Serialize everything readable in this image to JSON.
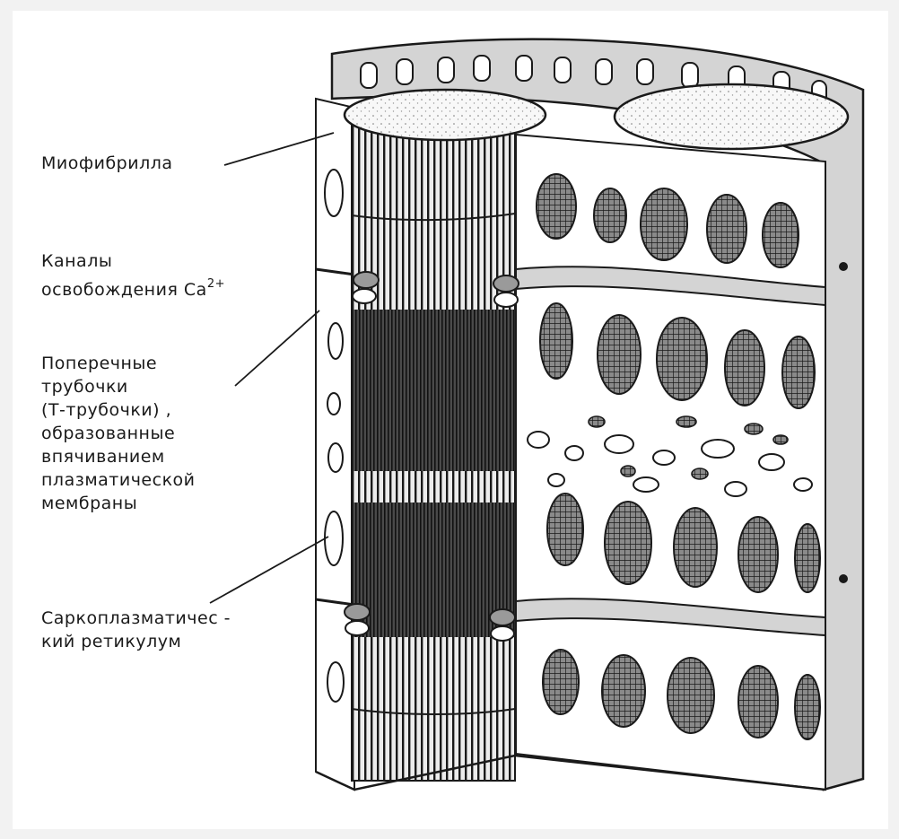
{
  "labels": {
    "myofibril": "Миофибрилла",
    "calcium_channels": {
      "line1": "Каналы",
      "line2": "освобождения Ca",
      "superscript": "2+"
    },
    "t_tubules": [
      "Поперечные",
      "трубочки",
      "(Т-трубочки) ,",
      "образованные",
      "впячиванием",
      "плазматической",
      "мембраны"
    ],
    "sarcoplasmic_reticulum": [
      "Саркоплазматичес -",
      "кий ретикулум"
    ]
  },
  "colors": {
    "ink": "#1a1a1a",
    "paper": "#ffffff",
    "frame": "#f2f2f2",
    "membrane": "#d4d4d4"
  }
}
